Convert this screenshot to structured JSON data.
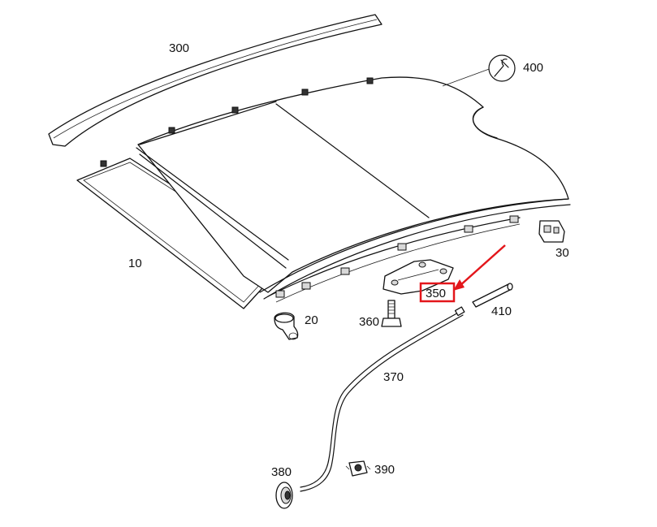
{
  "parts": {
    "p300": "300",
    "p400": "400",
    "p10": "10",
    "p30": "30",
    "p20": "20",
    "p350": "350",
    "p360": "360",
    "p410": "410",
    "p370": "370",
    "p380": "380",
    "p390": "390"
  },
  "colors": {
    "highlight": "#e3161b",
    "ink": "#111111",
    "background": "#ffffff"
  },
  "icons": {
    "tool": "wrench-icon",
    "pointer": "red-arrow"
  }
}
